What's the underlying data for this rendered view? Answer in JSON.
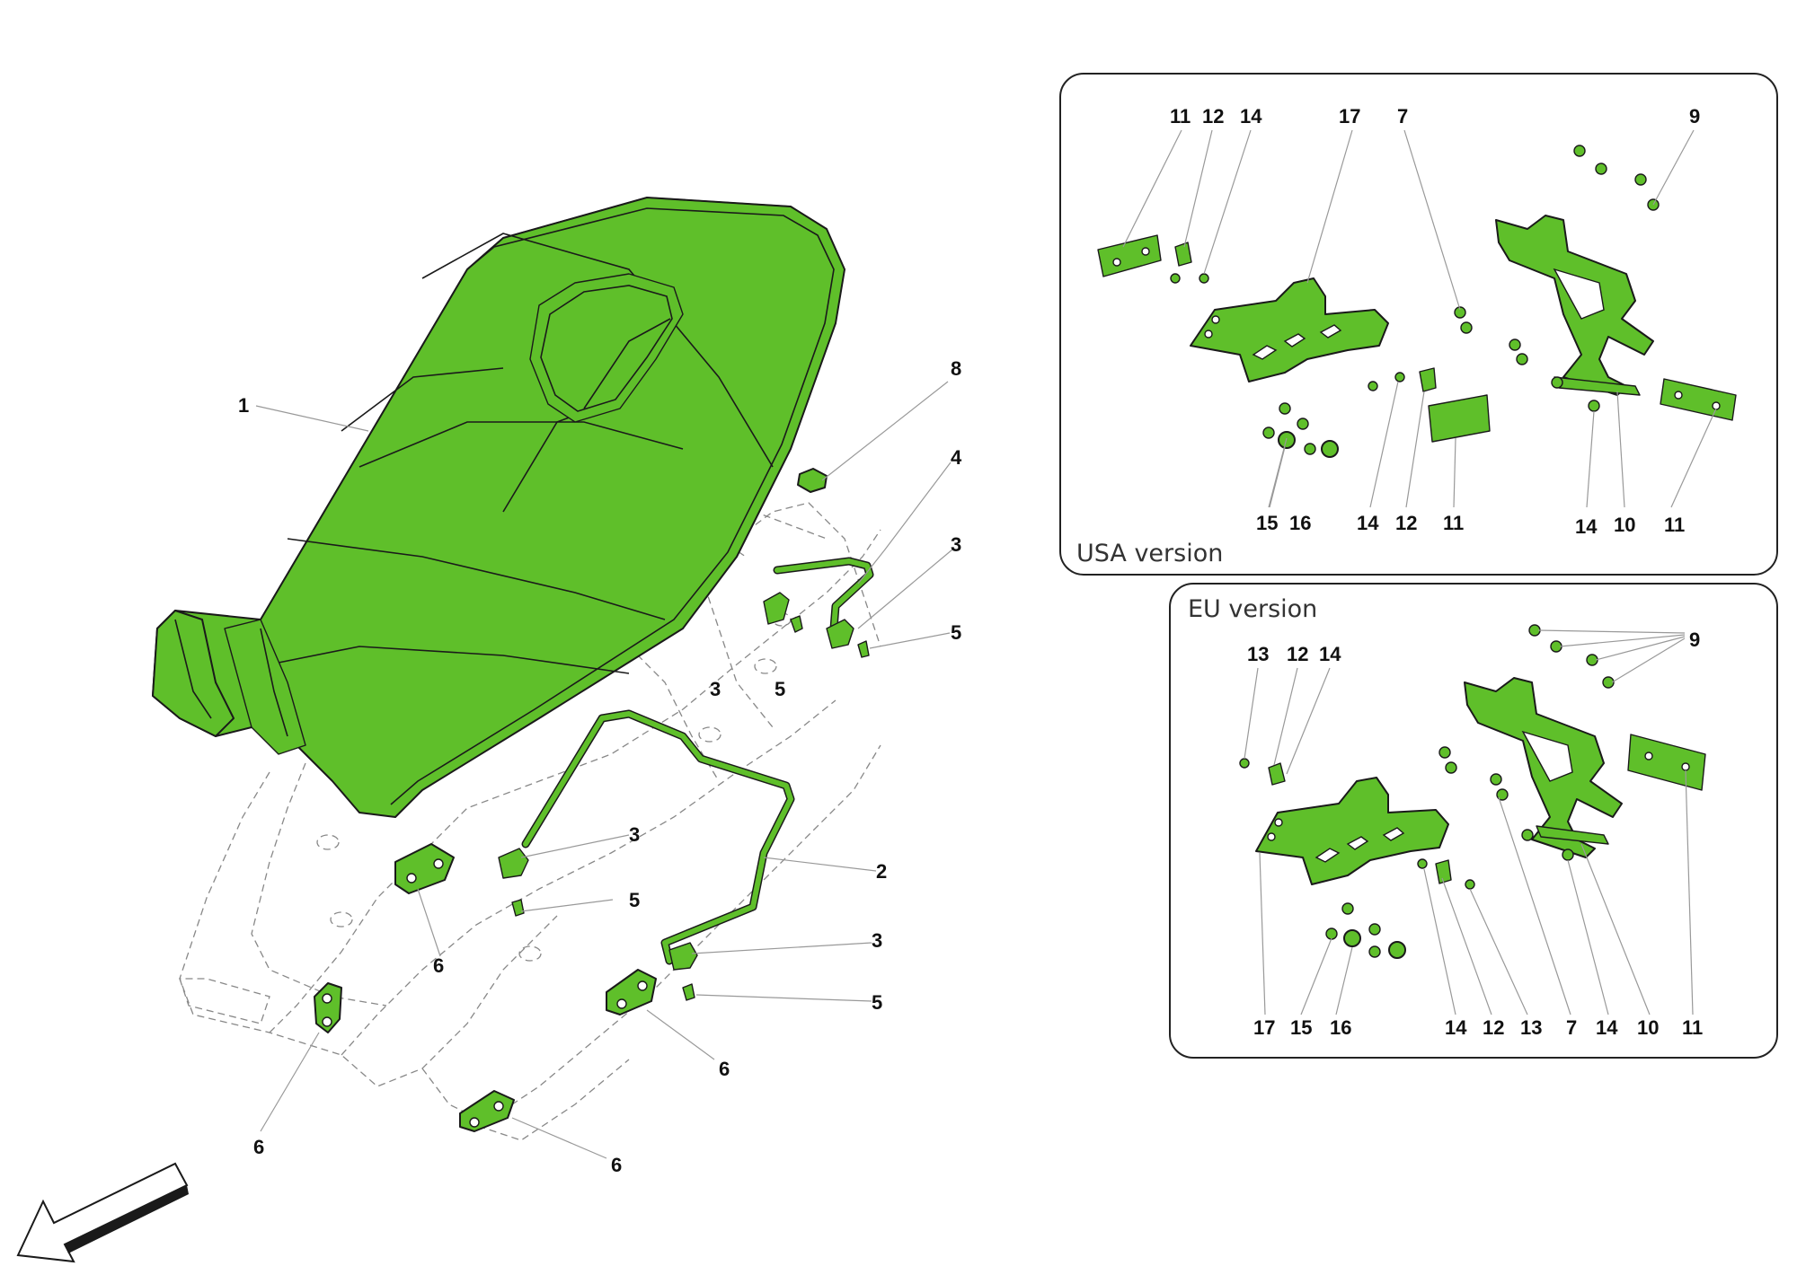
{
  "main_labels": [
    {
      "id": "m1",
      "text": "1"
    },
    {
      "id": "m8",
      "text": "8"
    },
    {
      "id": "m4",
      "text": "4"
    },
    {
      "id": "m3a",
      "text": "3"
    },
    {
      "id": "m5a",
      "text": "5"
    },
    {
      "id": "m3b",
      "text": "3"
    },
    {
      "id": "m5b",
      "text": "5"
    },
    {
      "id": "m2",
      "text": "2"
    },
    {
      "id": "m3c",
      "text": "3"
    },
    {
      "id": "m5c",
      "text": "5"
    },
    {
      "id": "m6a",
      "text": "6"
    },
    {
      "id": "m3d",
      "text": "3"
    },
    {
      "id": "m5d",
      "text": "5"
    },
    {
      "id": "m6b",
      "text": "6"
    },
    {
      "id": "m6c",
      "text": "6"
    },
    {
      "id": "m6d",
      "text": "6"
    }
  ],
  "usa_panel": {
    "title": "USA version",
    "labels": [
      "11",
      "12",
      "14",
      "17",
      "7",
      "9",
      "15",
      "16",
      "14",
      "12",
      "11",
      "14",
      "10",
      "11"
    ]
  },
  "eu_panel": {
    "title": "EU version",
    "labels": [
      "13",
      "12",
      "14",
      "9",
      "17",
      "15",
      "16",
      "14",
      "12",
      "13",
      "7",
      "14",
      "10",
      "11"
    ]
  },
  "colors": {
    "part_fill": "#5fbf2a",
    "outline": "#1a1a1a",
    "frame_dash": "#888888"
  },
  "icons": [
    "direction-arrow-icon"
  ]
}
